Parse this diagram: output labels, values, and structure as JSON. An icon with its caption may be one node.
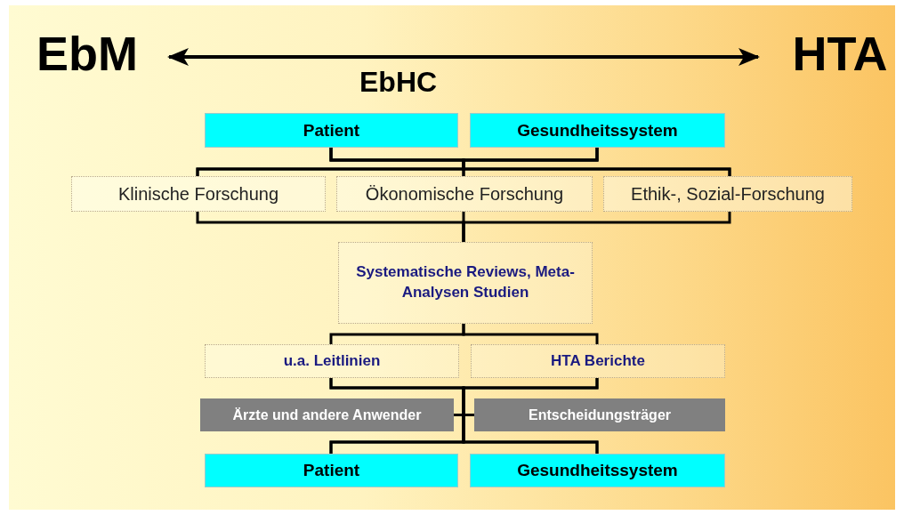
{
  "diagram": {
    "nodes": [
      {
        "text": [
          "EbM"
        ]
      },
      {
        "text": [
          "HTA"
        ]
      },
      {
        "text": [
          "Patient"
        ]
      },
      {
        "text": [
          "Gesundheitssystem"
        ]
      },
      {
        "text": [
          "Klinische Forschung"
        ]
      },
      {
        "text": [
          "Ökonomische Forschung"
        ]
      },
      {
        "text": [
          "Ethik-, Sozial-Forschung"
        ]
      },
      {
        "text": [
          "Systematische Reviews, Meta-Analysen Studien"
        ]
      },
      {
        "text": [
          "u.a. Leitlinien"
        ]
      },
      {
        "text": [
          "HTA Berichte"
        ]
      },
      {
        "text": [
          "Ärzte und andere Anwender"
        ]
      },
      {
        "text": [
          "Entscheidungsträger"
        ]
      },
      {
        "text": [
          "Patient"
        ]
      },
      {
        "text": [
          "Gesundheitssystem"
        ]
      }
    ],
    "edges": [
      {
        "from": 0,
        "to": 1,
        "arrow": "both"
      },
      {
        "from": 2,
        "to": 4,
        "arrow": "none"
      },
      {
        "from": 2,
        "to": 5,
        "arrow": "none"
      },
      {
        "from": 2,
        "to": 6,
        "arrow": "none"
      },
      {
        "from": 3,
        "to": 4,
        "arrow": "none"
      },
      {
        "from": 3,
        "to": 5,
        "arrow": "none"
      },
      {
        "from": 3,
        "to": 6,
        "arrow": "none"
      },
      {
        "from": 4,
        "to": 7,
        "arrow": "none"
      },
      {
        "from": 5,
        "to": 7,
        "arrow": "none"
      },
      {
        "from": 6,
        "to": 7,
        "arrow": "none"
      },
      {
        "from": 7,
        "to": 8,
        "arrow": "none"
      },
      {
        "from": 7,
        "to": 9,
        "arrow": "none"
      },
      {
        "from": 8,
        "to": 10,
        "arrow": "none"
      },
      {
        "from": 8,
        "to": 11,
        "arrow": "none"
      },
      {
        "from": 9,
        "to": 10,
        "arrow": "none"
      },
      {
        "from": 9,
        "to": 11,
        "arrow": "none"
      },
      {
        "from": 10,
        "to": 12,
        "arrow": "none"
      },
      {
        "from": 10,
        "to": 13,
        "arrow": "none"
      },
      {
        "from": 11,
        "to": 12,
        "arrow": "none"
      },
      {
        "from": 11,
        "to": 13,
        "arrow": "none"
      }
    ],
    "labels": [
      "EbHC"
    ]
  }
}
